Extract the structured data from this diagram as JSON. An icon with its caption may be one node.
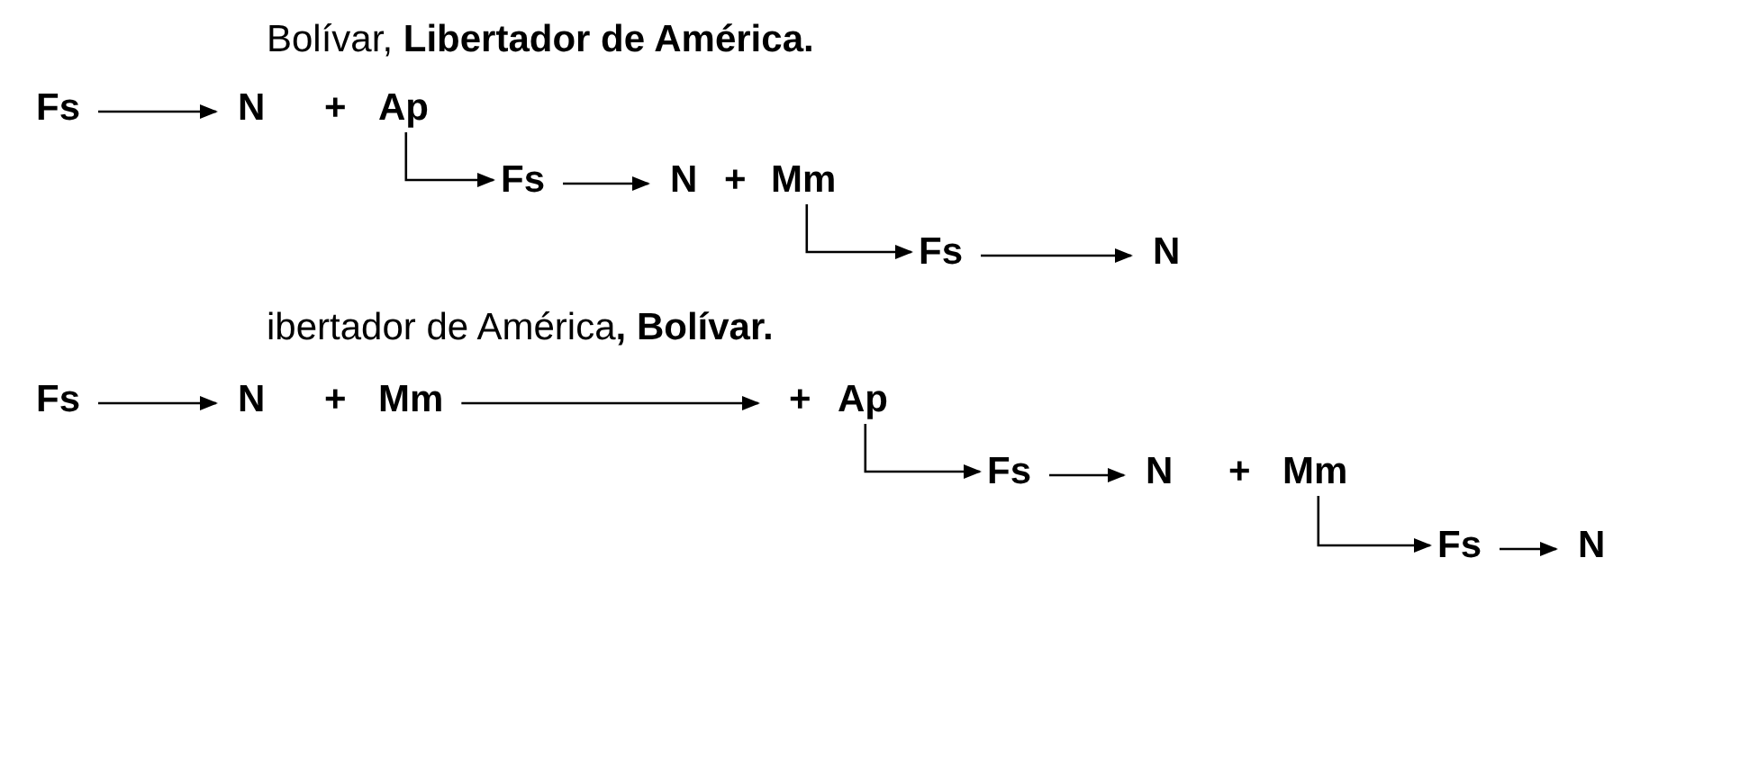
{
  "diagram": {
    "nodes": [
      {
        "text": [
          "Fs"
        ]
      },
      {
        "text": [
          "N"
        ]
      },
      {
        "text": [
          "Ap"
        ]
      },
      {
        "text": [
          "Fs"
        ]
      },
      {
        "text": [
          "N"
        ]
      },
      {
        "text": [
          "Mm"
        ]
      },
      {
        "text": [
          "Fs"
        ]
      },
      {
        "text": [
          "N"
        ]
      },
      {
        "text": [
          "Fs"
        ]
      },
      {
        "text": [
          "N"
        ]
      },
      {
        "text": [
          "Mm"
        ]
      },
      {
        "text": [
          "Ap"
        ]
      },
      {
        "text": [
          "Fs"
        ]
      },
      {
        "text": [
          "N"
        ]
      },
      {
        "text": [
          "Mm"
        ]
      },
      {
        "text": [
          "Fs"
        ]
      },
      {
        "text": [
          "N"
        ]
      }
    ],
    "edges": [
      {
        "from": 0,
        "to": 1,
        "arrow": "to"
      },
      {
        "from": 2,
        "to": 3,
        "arrow": "to"
      },
      {
        "from": 3,
        "to": 4,
        "arrow": "to"
      },
      {
        "from": 5,
        "to": 6,
        "arrow": "to"
      },
      {
        "from": 6,
        "to": 7,
        "arrow": "to"
      },
      {
        "from": 8,
        "to": 9,
        "arrow": "to"
      },
      {
        "from": 10,
        "to": 11,
        "arrow": "to"
      },
      {
        "from": 11,
        "to": 12,
        "arrow": "to"
      },
      {
        "from": 12,
        "to": 13,
        "arrow": "to"
      },
      {
        "from": 14,
        "to": 15,
        "arrow": "to"
      },
      {
        "from": 15,
        "to": 16,
        "arrow": "to"
      }
    ],
    "labels": [
      "Bolívar, **Libertador de América.**",
      "+",
      "+",
      "ibertador de América**, Bolívar.**",
      "+",
      "+",
      "+"
    ]
  }
}
